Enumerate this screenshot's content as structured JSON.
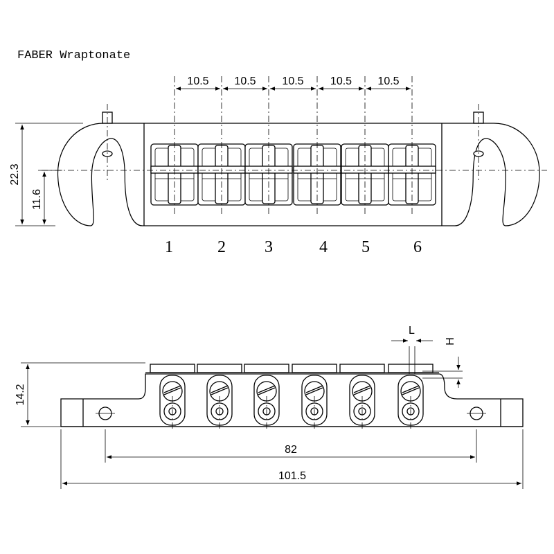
{
  "title": "FABER Wraptonate",
  "top_view": {
    "spacing_labels": [
      "10.5",
      "10.5",
      "10.5",
      "10.5",
      "10.5"
    ],
    "height_total": "22.3",
    "height_center": "11.6",
    "string_numbers": [
      "1",
      "2",
      "3",
      "4",
      "5",
      "6"
    ]
  },
  "side_view": {
    "height": "14.2",
    "post_spacing": "82",
    "overall_length": "101.5",
    "label_L": "L",
    "label_H": "H"
  }
}
